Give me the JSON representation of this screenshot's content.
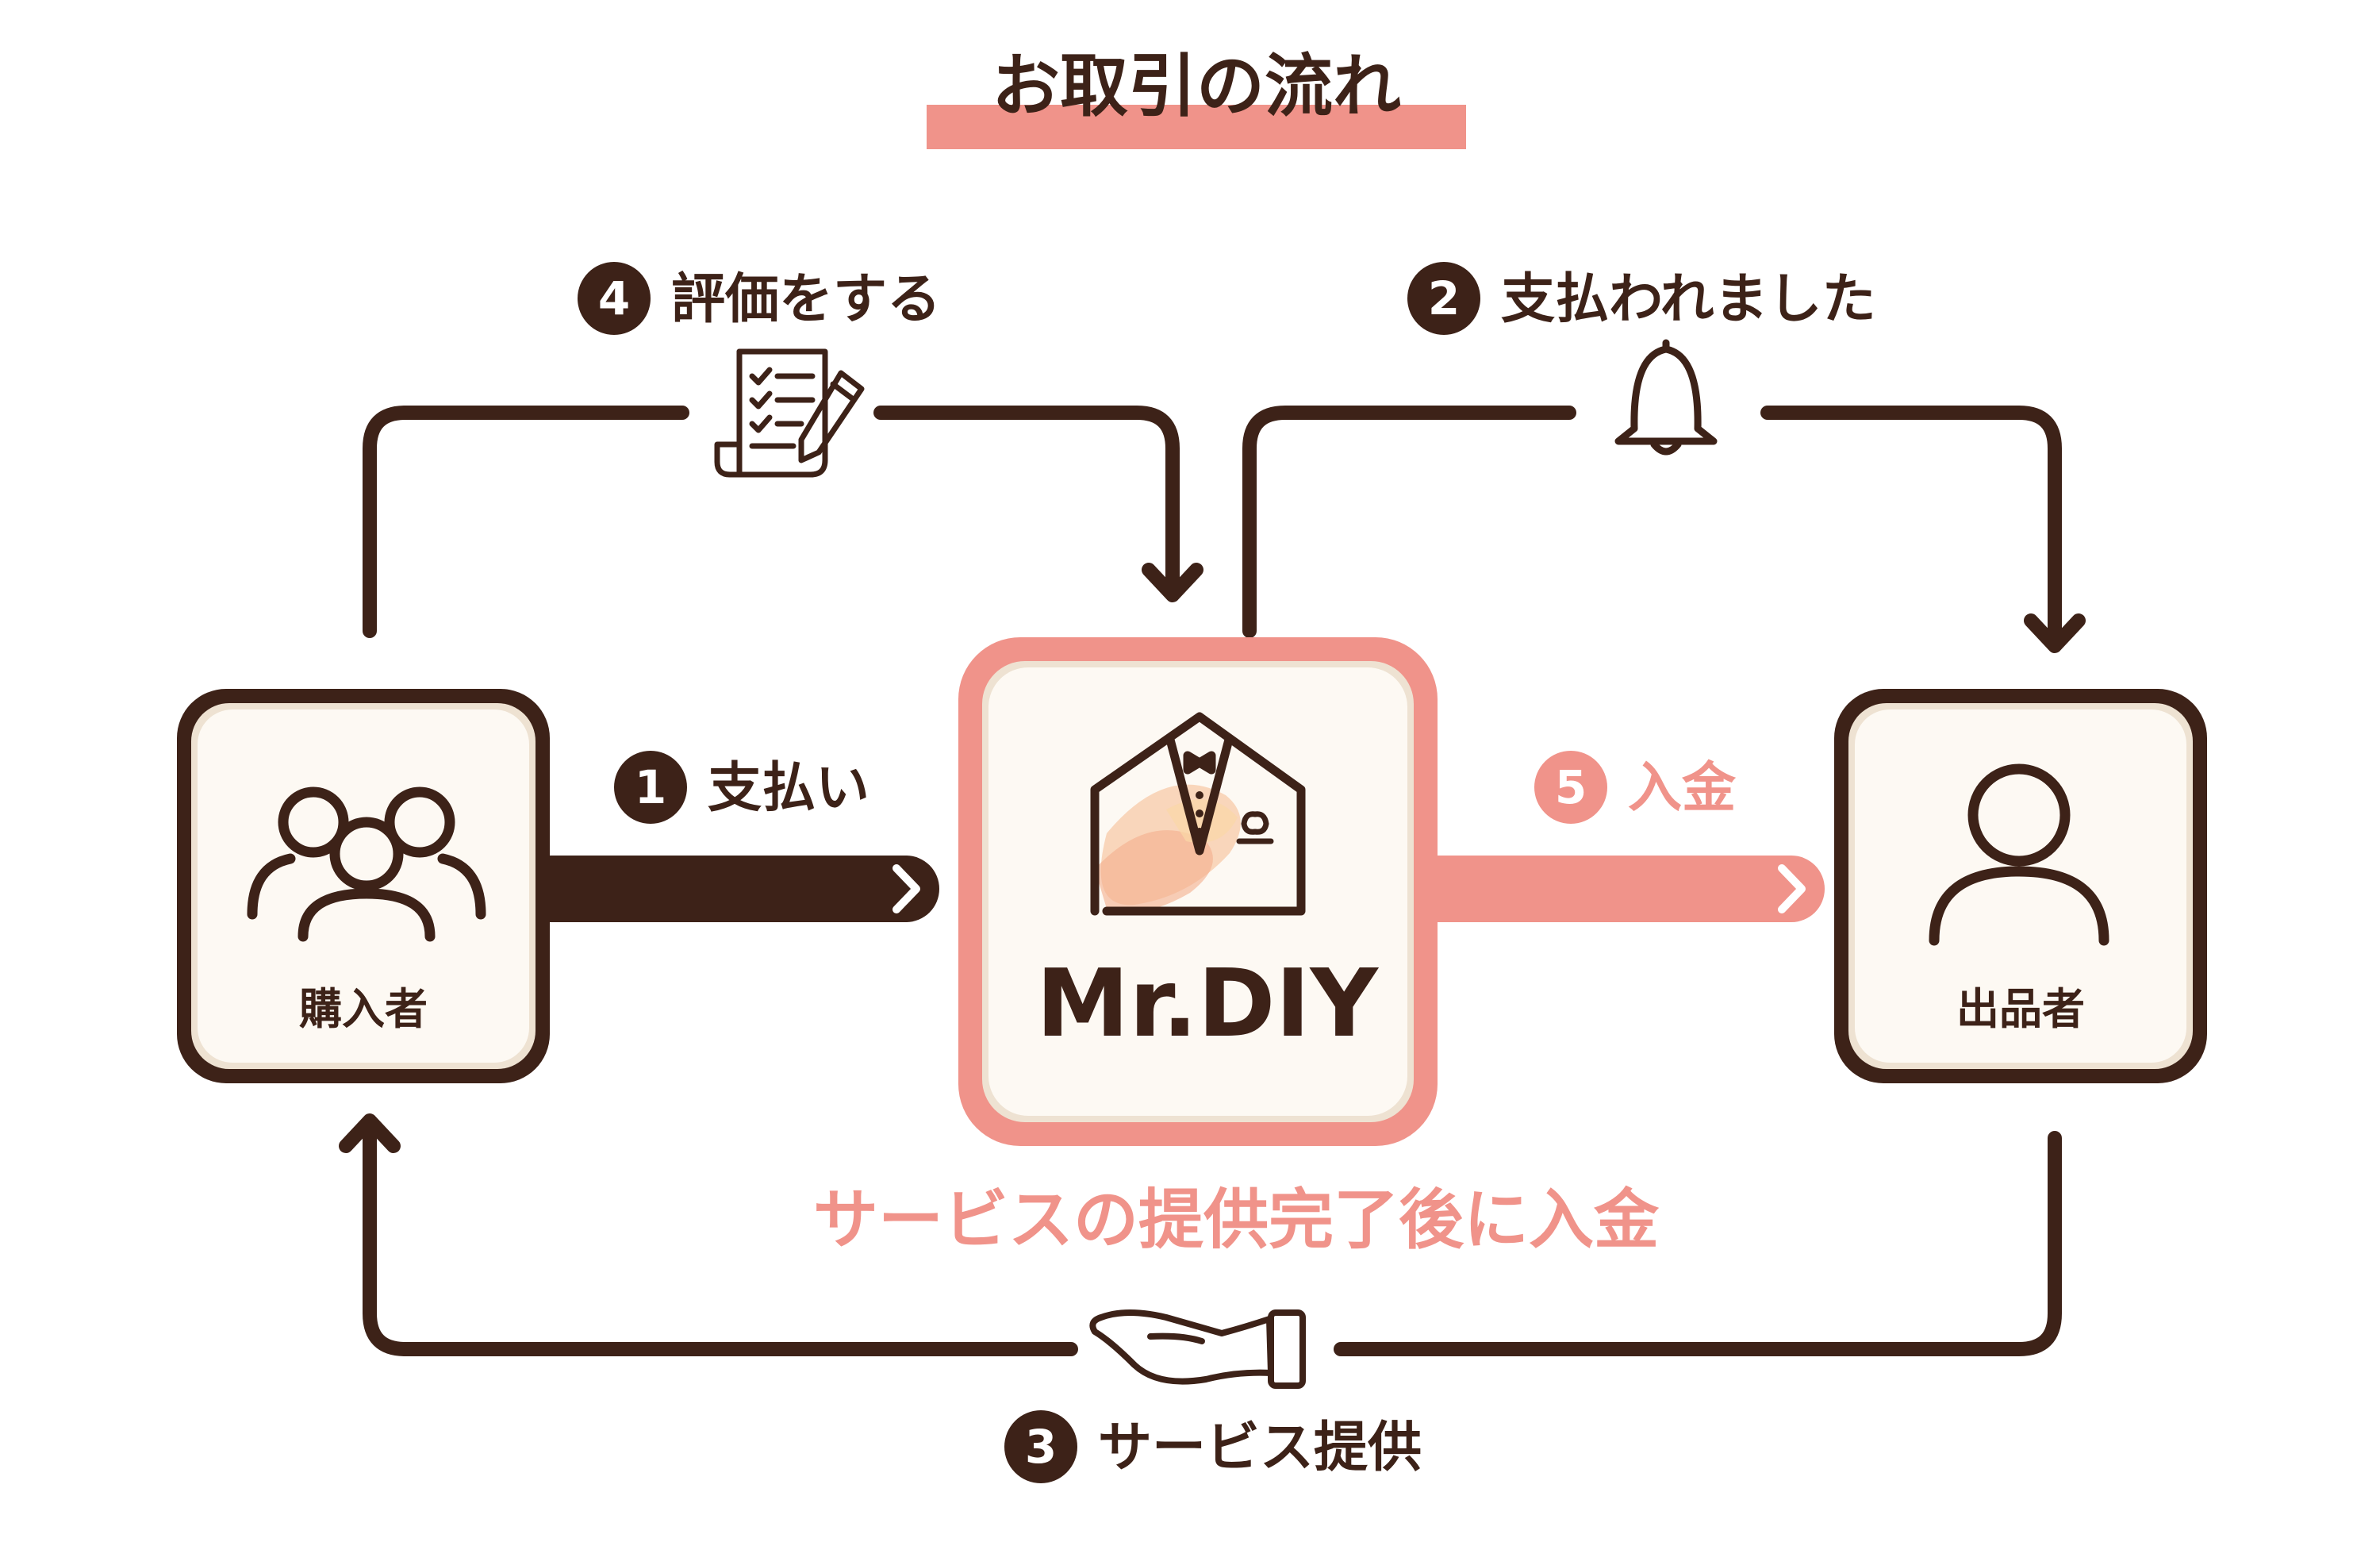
{
  "title": "お取引の流れ",
  "colors": {
    "dark": "#3d2218",
    "accent": "#f0938a",
    "box_fill": "#fdf9f3",
    "box_inner_stroke": "#eee2d2",
    "white": "#ffffff"
  },
  "nodes": {
    "buyer": {
      "label": "購入者",
      "icon": "group-users-icon"
    },
    "platform": {
      "label": "Mr.DIY",
      "logo_parts": [
        "Mr.D",
        "I",
        "Y"
      ],
      "icon": "house-tuxedo-logo"
    },
    "seller": {
      "label": "出品者",
      "icon": "user-icon"
    }
  },
  "steps": [
    {
      "number": "1",
      "label": "支払い",
      "icon": "chevron-right-icon"
    },
    {
      "number": "2",
      "label": "支払われました",
      "icon": "bell-icon"
    },
    {
      "number": "3",
      "label": "サービス提供",
      "icon": "open-hand-icon"
    },
    {
      "number": "4",
      "label": "評価をする",
      "icon": "checklist-pencil-icon"
    },
    {
      "number": "5",
      "label": "入金",
      "icon": "chevron-right-icon"
    }
  ],
  "notice": "サービスの提供完了後に入金"
}
